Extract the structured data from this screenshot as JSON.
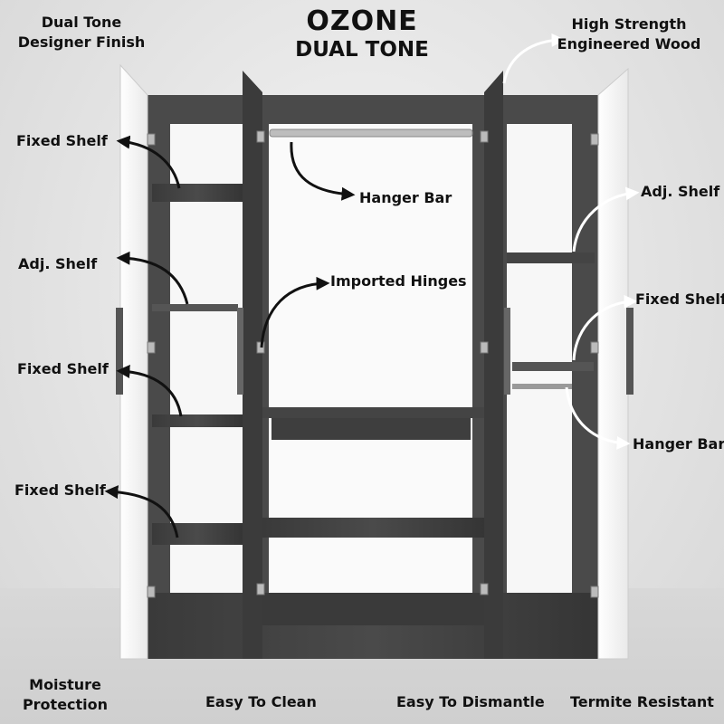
{
  "title": {
    "brand": "OZONE",
    "subtitle": "DUAL TONE"
  },
  "corner_labels": {
    "top_left_line1": "Dual Tone",
    "top_left_line2": "Designer Finish",
    "top_right_line1": "High Strength",
    "top_right_line2": "Engineered Wood"
  },
  "callouts": {
    "left_fixed_shelf_1": "Fixed Shelf",
    "left_adj_shelf": "Adj. Shelf",
    "left_fixed_shelf_2": "Fixed Shelf",
    "left_fixed_shelf_3": "Fixed Shelf",
    "hanger_bar_center": "Hanger Bar",
    "imported_hinges": "Imported Hinges",
    "right_adj_shelf": "Adj. Shelf",
    "right_fixed_shelf": "Fixed Shelf",
    "right_hanger_bar": "Hanger Bar"
  },
  "features": {
    "moisture_line1": "Moisture",
    "moisture_line2": "Protection",
    "easy_clean": "Easy To Clean",
    "easy_dismantle": "Easy To Dismantle",
    "termite": "Termite Resistant"
  },
  "colors": {
    "wood_dark": "#3c3c3c",
    "door_white": "#f5f5f5",
    "background": "#e6e6e6"
  }
}
